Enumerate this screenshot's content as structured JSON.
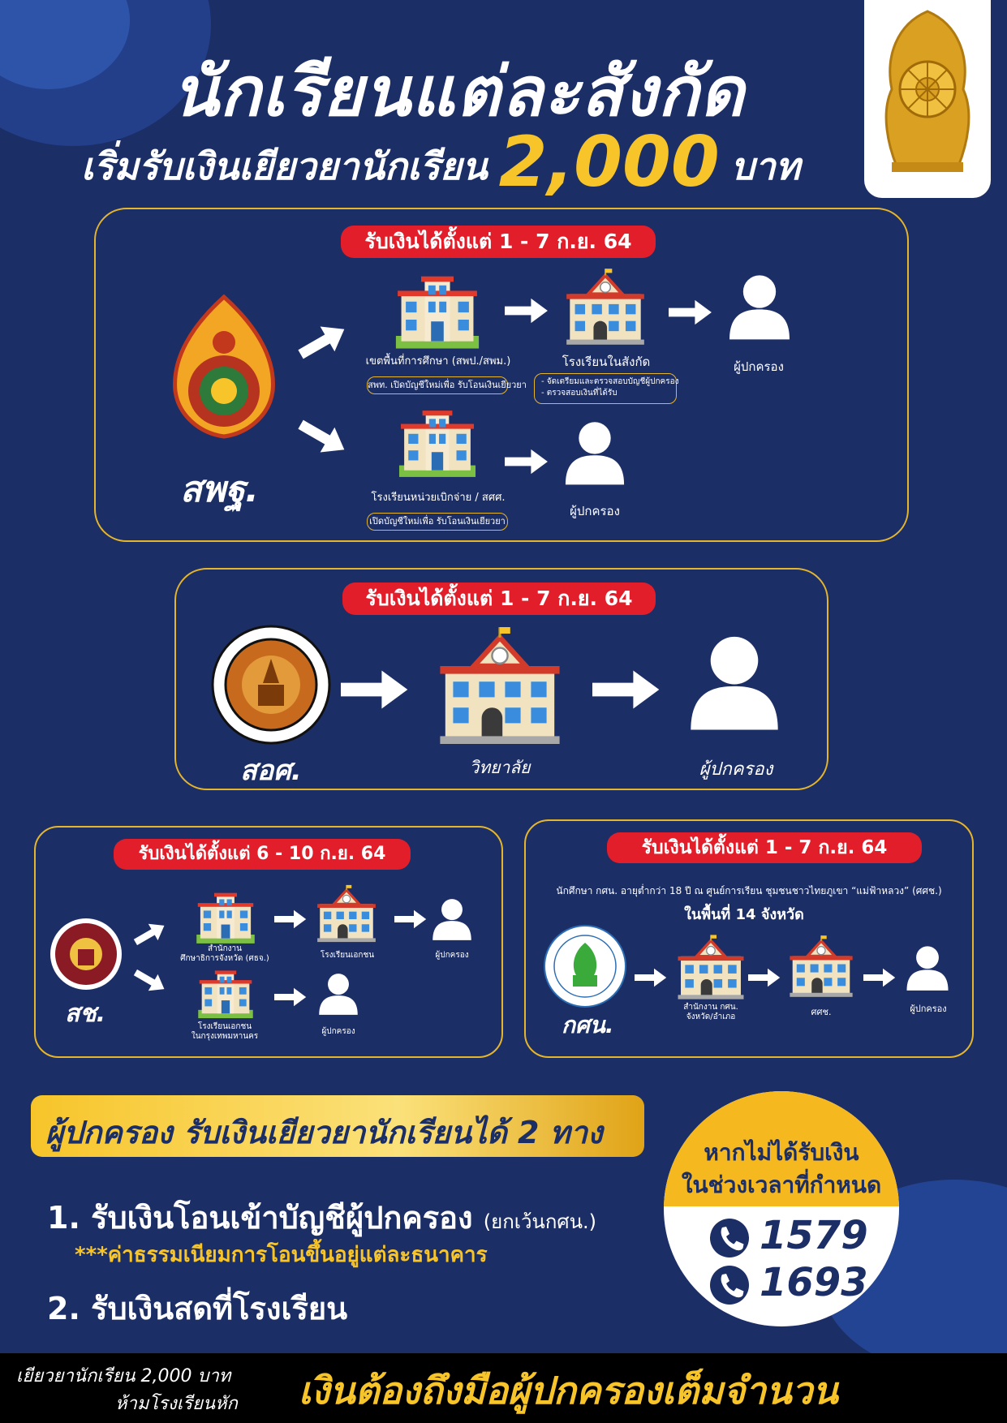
{
  "header": {
    "title_line1": "นักเรียนแต่ละสังกัด",
    "title_line2_pre": "เริ่มรับเงินเยียวยานักเรียน",
    "title_amount": "2,000",
    "title_line2_post": "บาท"
  },
  "section_obec": {
    "date_pill": "รับเงินได้ตั้งแต่ 1 - 7 ก.ย. 64",
    "agency": "สพฐ.",
    "area_office": "เขตพื้นที่การศึกษา (สพป./สพม.)",
    "area_note": "สพท. เปิดบัญชีใหม่เพื่อ รับโอนเงินเยียวยา",
    "school": "โรงเรียนในสังกัด",
    "school_note_1": "- จัดเตรียมและตรวจสอบบัญชีผู้ปกครอง",
    "school_note_2": "- ตรวจสอบเงินที่ได้รับ",
    "parent_1": "ผู้ปกครอง",
    "disbursing_school": "โรงเรียนหน่วยเบิกจ่าย / สศศ.",
    "disbursing_note": "เปิดบัญชีใหม่เพื่อ รับโอนเงินเยียวยา",
    "parent_2": "ผู้ปกครอง"
  },
  "section_ovec": {
    "date_pill": "รับเงินได้ตั้งแต่ 1 - 7 ก.ย. 64",
    "agency": "สอศ.",
    "college": "วิทยาลัย",
    "parent": "ผู้ปกครอง"
  },
  "section_opec": {
    "date_pill": "รับเงินได้ตั้งแต่ 6 - 10 ก.ย. 64",
    "agency": "สช.",
    "office_1": "สำนักงาน",
    "office_2": "ศึกษาธิการจังหวัด (ศธจ.)",
    "private_school": "โรงเรียนเอกชน",
    "parent_1": "ผู้ปกครอง",
    "bkk_school_1": "โรงเรียนเอกชน",
    "bkk_school_2": "ในกรุงเทพมหานคร",
    "parent_2": "ผู้ปกครอง"
  },
  "section_nfe": {
    "date_pill": "รับเงินได้ตั้งแต่ 1 - 7 ก.ย. 64",
    "desc": "นักศึกษา กศน. อายุต่ำกว่า 18 ปี ณ ศูนย์การเรียน ชุมชนชาวไทยภูเขา “แม่ฟ้าหลวง” (ศศช.)",
    "area": "ในพื้นที่ 14 จังหวัด",
    "agency": "กศน.",
    "office_1": "สำนักงาน กศน.",
    "office_2": "จังหวัด/อำเภอ",
    "center": "ศศช.",
    "parent": "ผู้ปกครอง"
  },
  "ways": {
    "banner": "ผู้ปกครอง รับเงินเยียวยานักเรียนได้ 2 ทาง",
    "item1": "1. รับเงินโอนเข้าบัญชีผู้ปกครอง",
    "item1_note": "(ยกเว้นกศน.)",
    "fee_note": "***ค่าธรรมเนียมการโอนขึ้นอยู่แต่ละธนาคาร",
    "item2": "2. รับเงินสดที่โรงเรียน"
  },
  "hotline": {
    "line1": "หากไม่ได้รับเงิน",
    "line2": "ในช่วงเวลาที่กำหนด",
    "num1": "1579",
    "num2": "1693"
  },
  "footer": {
    "left1": "เยียวยานักเรียน 2,000 บาท",
    "left2": "ห้ามโรงเรียนหัก",
    "right": "เงินต้องถึงมือผู้ปกครองเต็มจำนวน"
  },
  "colors": {
    "bg": "#1c2e66",
    "gold": "#f7c52a",
    "red": "#e21e2a"
  }
}
